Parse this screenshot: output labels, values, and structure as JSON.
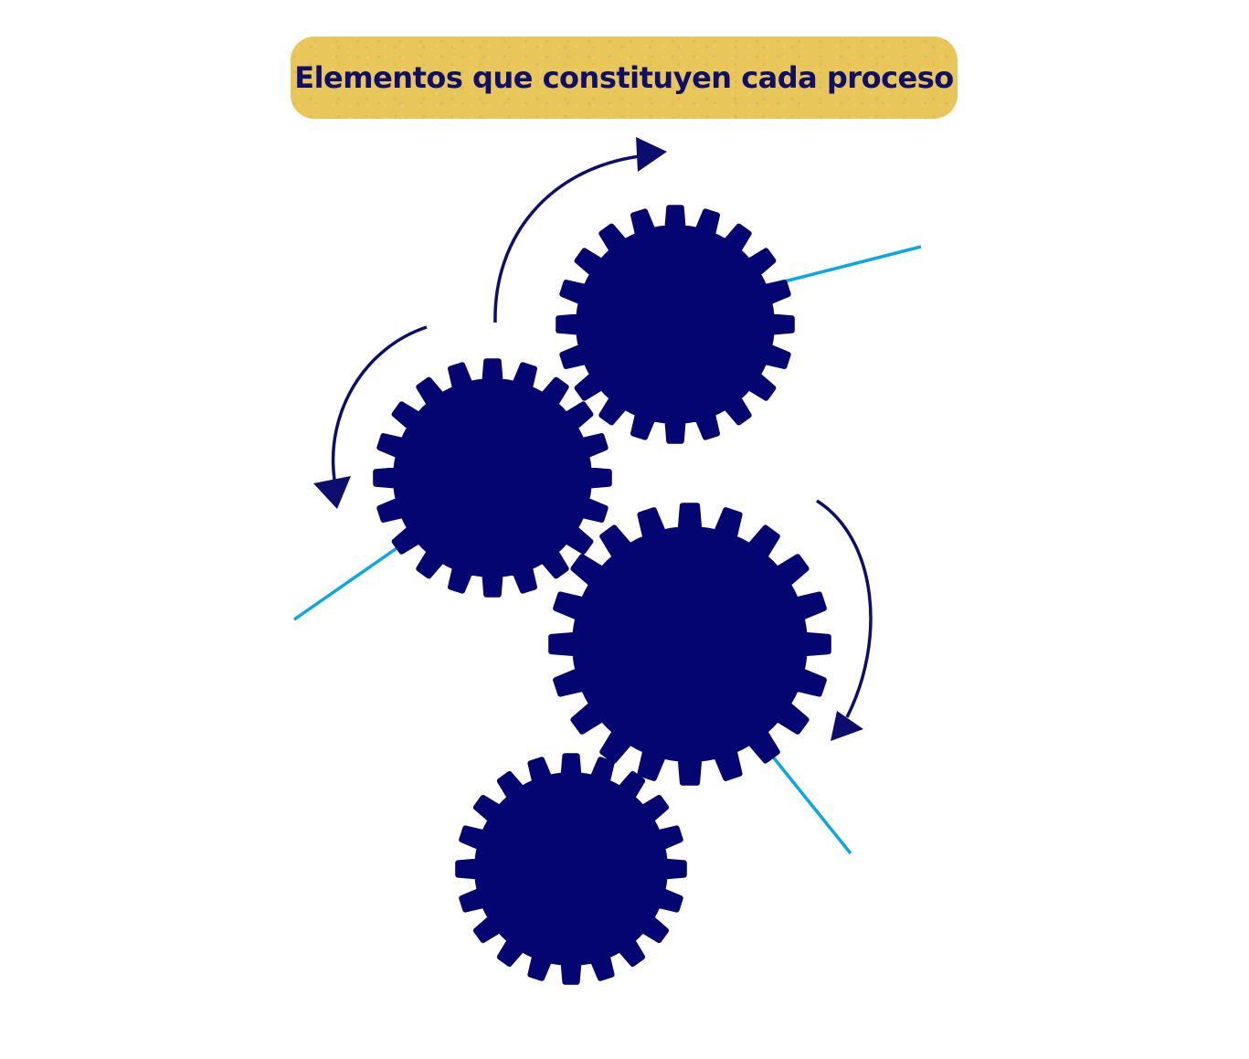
{
  "title": "Elementos que constituyen cada proceso",
  "colors": {
    "banner": "#e9c65a",
    "title_text": "#0f0f6b",
    "gear": "#050572",
    "arrow": "#0d0d6e",
    "connector_line": "#0aa6e6"
  },
  "gears": [
    {
      "name": "gear-top-right",
      "teeth": 20
    },
    {
      "name": "gear-middle-left",
      "teeth": 20
    },
    {
      "name": "gear-large",
      "teeth": 20
    },
    {
      "name": "gear-bottom",
      "teeth": 20
    }
  ],
  "arrows": [
    {
      "name": "rotation-arrow-top",
      "direction": "clockwise"
    },
    {
      "name": "rotation-arrow-left",
      "direction": "counterclockwise"
    },
    {
      "name": "rotation-arrow-right",
      "direction": "clockwise"
    }
  ],
  "connectors": [
    {
      "name": "connector-line-top-right"
    },
    {
      "name": "connector-line-left"
    },
    {
      "name": "connector-line-bottom-right"
    }
  ]
}
